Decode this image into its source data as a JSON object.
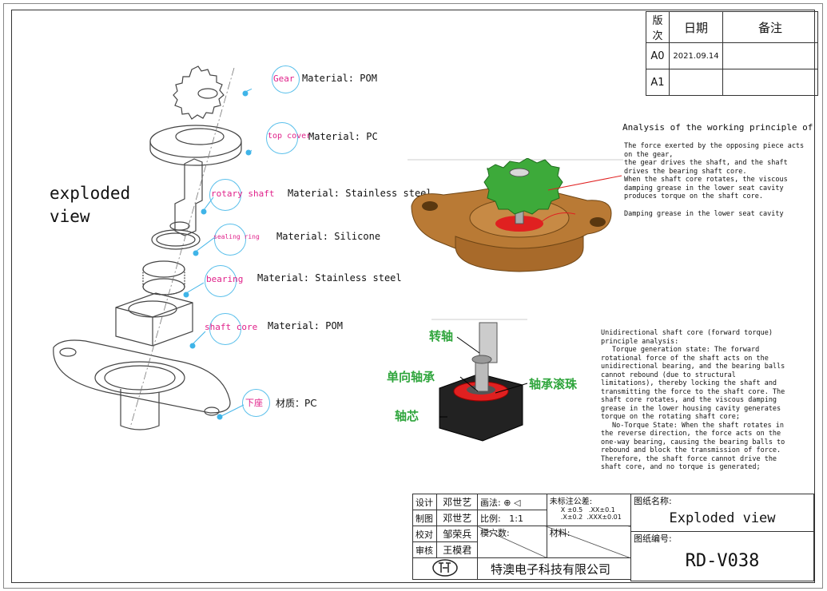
{
  "revision_table": {
    "headers": [
      "版次",
      "日期",
      "备注"
    ],
    "rows": [
      {
        "ver": "A0",
        "date": "2021.09.14",
        "note": ""
      },
      {
        "ver": "A1",
        "date": "",
        "note": ""
      }
    ]
  },
  "exploded_title": "exploded view",
  "parts": [
    {
      "name": "Gear",
      "material": "Material: POM"
    },
    {
      "name": "top cover",
      "material": "Material: PC"
    },
    {
      "name": "rotary  shaft",
      "material": "Material: Stainless steel"
    },
    {
      "name": "sealing ring",
      "material": "Material: Silicone"
    },
    {
      "name": "bearing",
      "material": "Material: Stainless steel"
    },
    {
      "name": "shaft core",
      "material": "Material: POM"
    },
    {
      "name": "下座",
      "material": "材质：PC"
    }
  ],
  "analysis": {
    "title": "Analysis of the working principle of da",
    "p1": "The force exerted by the opposing piece acts on the gear,",
    "p2": "the gear drives the shaft, and the shaft drives the bearing shaft core.",
    "p3": "When the shaft core rotates, the viscous damping grease in the lower seat cavity produces torque on the shaft core.",
    "p4": "Damping grease in the lower seat cavity"
  },
  "core_labels": {
    "shaft": "转轴",
    "one_way_bearing": "单向轴承",
    "bearing_balls": "轴承滚珠",
    "core": "轴芯"
  },
  "unidirectional": {
    "title": "Unidirectional shaft core (forward torque) principle analysis:",
    "p1": "Torque generation state: The forward rotational force of the shaft acts on the unidirectional bearing, and the bearing balls cannot rebound (due to structural limitations), thereby locking the shaft and transmitting the force to the shaft core. The shaft core rotates, and the viscous damping grease in the lower housing cavity generates torque on the rotating shaft core;",
    "p2": "No-Torque State: When the shaft rotates in the reverse direction, the force acts on the one-way bearing, causing the bearing balls to rebound and block the transmission of force. Therefore, the shaft force cannot drive the shaft core, and no torque is generated;"
  },
  "title_block": {
    "design_label": "设计",
    "design": "邓世艺",
    "draw_label": "制图",
    "draw": "邓世艺",
    "check_label": "校对",
    "check": "邹荣兵",
    "approve_label": "审核",
    "approve": "王模君",
    "projection_label": "画法:",
    "scale_label": "比例:",
    "scale": "1:1",
    "cavity_label": "模穴数:",
    "material_label": "材料:",
    "tolerance_label": "未标注公差:",
    "tol1": "X ±0.5",
    "tol2": ".XX±0.1",
    "tol3": ".X±0.2",
    "tol4": ".XXX±0.01",
    "drawing_name_label": "图纸名称:",
    "drawing_name": "Exploded view",
    "drawing_no_label": "图纸编号:",
    "drawing_no": "RD-V038",
    "company": "特澳电子科技有限公司"
  },
  "colors": {
    "label_pink": "#e0218a",
    "leader_cyan": "#3fb4e8",
    "gear_green": "#3daa3a",
    "housing_brown": "#b97a35",
    "grease_red": "#e02020"
  }
}
